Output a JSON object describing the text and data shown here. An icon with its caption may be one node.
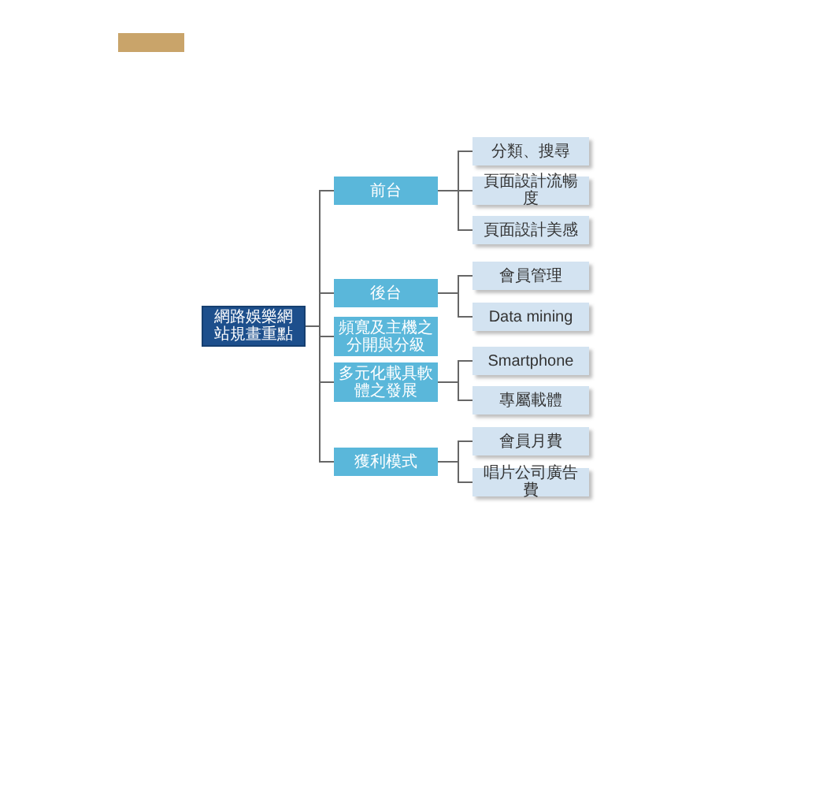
{
  "diagram": {
    "nodes": [
      {
        "text": [
          "網路娛樂網站規畫重點"
        ]
      },
      {
        "text": [
          "前台"
        ]
      },
      {
        "text": [
          "後台"
        ]
      },
      {
        "text": [
          "頻寬及主機之分開與分級"
        ]
      },
      {
        "text": [
          "多元化載具軟體之發展"
        ]
      },
      {
        "text": [
          "獲利模式"
        ]
      },
      {
        "text": [
          "分類、搜尋"
        ]
      },
      {
        "text": [
          "頁面設計流暢度"
        ]
      },
      {
        "text": [
          "頁面設計美感"
        ]
      },
      {
        "text": [
          "會員管理"
        ]
      },
      {
        "text": [
          "Data mining"
        ]
      },
      {
        "text": [
          "Smartphone"
        ]
      },
      {
        "text": [
          "專屬載體"
        ]
      },
      {
        "text": [
          "會員月費"
        ]
      },
      {
        "text": [
          "唱片公司廣告費"
        ]
      }
    ],
    "edges": [
      {
        "from": 0,
        "to": 1,
        "arrow": "none"
      },
      {
        "from": 0,
        "to": 2,
        "arrow": "none"
      },
      {
        "from": 0,
        "to": 3,
        "arrow": "none"
      },
      {
        "from": 0,
        "to": 4,
        "arrow": "none"
      },
      {
        "from": 0,
        "to": 5,
        "arrow": "none"
      },
      {
        "from": 1,
        "to": 6,
        "arrow": "none"
      },
      {
        "from": 1,
        "to": 7,
        "arrow": "none"
      },
      {
        "from": 1,
        "to": 8,
        "arrow": "none"
      },
      {
        "from": 2,
        "to": 9,
        "arrow": "none"
      },
      {
        "from": 2,
        "to": 10,
        "arrow": "none"
      },
      {
        "from": 4,
        "to": 11,
        "arrow": "none"
      },
      {
        "from": 4,
        "to": 12,
        "arrow": "none"
      },
      {
        "from": 5,
        "to": 13,
        "arrow": "none"
      },
      {
        "from": 5,
        "to": 14,
        "arrow": "none"
      }
    ]
  }
}
